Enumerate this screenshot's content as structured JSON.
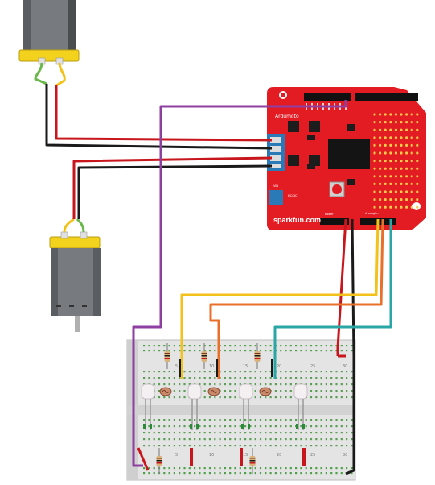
{
  "shield": {
    "title": "Ardumoto",
    "brand": "sparkfun.com",
    "analog_label": "Analog In",
    "dc_label": "DC/DC",
    "power_label": "Power",
    "vin_label": "VIN",
    "board_color": "#e31b23"
  },
  "breadboard": {
    "column_numbers": [
      "5",
      "10",
      "15",
      "20",
      "25",
      "30"
    ]
  },
  "wire_colors": {
    "red": "#c8161d",
    "black": "#1a1a1a",
    "purple": "#8e3fa1",
    "yellow": "#f2c21a",
    "orange": "#e8702a",
    "teal": "#2aa6a6",
    "green": "#69b84a"
  }
}
